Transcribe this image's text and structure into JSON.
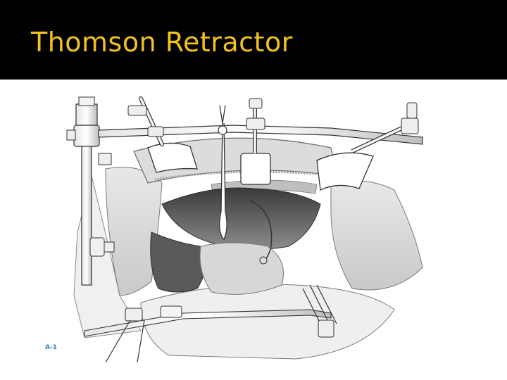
{
  "slide": {
    "title": "Thomson Retractor",
    "title_color": "#f2c21e",
    "title_bar_color": "#000000"
  },
  "figure": {
    "label": "A-1",
    "label_color": "#2f7fbf",
    "illustration_subject": "thomson-retractor-surgical-drawing"
  }
}
